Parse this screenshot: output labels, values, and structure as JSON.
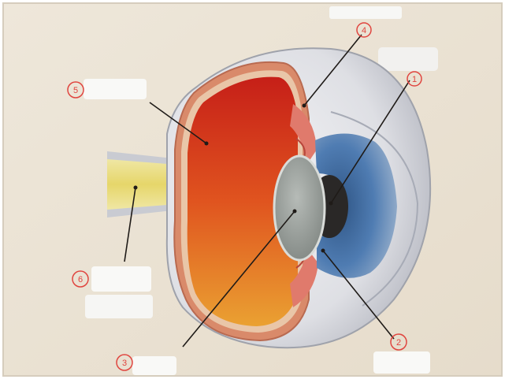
{
  "diagram": {
    "title": "",
    "markers": [
      {
        "id": "marker-1",
        "label": "1"
      },
      {
        "id": "marker-2",
        "label": "2"
      },
      {
        "id": "marker-3",
        "label": "3"
      },
      {
        "id": "marker-4",
        "label": "4"
      },
      {
        "id": "marker-5",
        "label": "5"
      },
      {
        "id": "marker-6",
        "label": "6"
      }
    ]
  },
  "colors": {
    "paper": "#ece4d6",
    "marker_ink": "#e0453f",
    "leader_line": "#1f1b18",
    "label_patch": "#f8f8f6",
    "vitreous_red": "#c8261c",
    "vitreous_orange": "#e98b2a",
    "iris_blue": "#4c78ad",
    "lens_grey": "#9fa6a1",
    "optic_nerve": "#e8dc78"
  }
}
